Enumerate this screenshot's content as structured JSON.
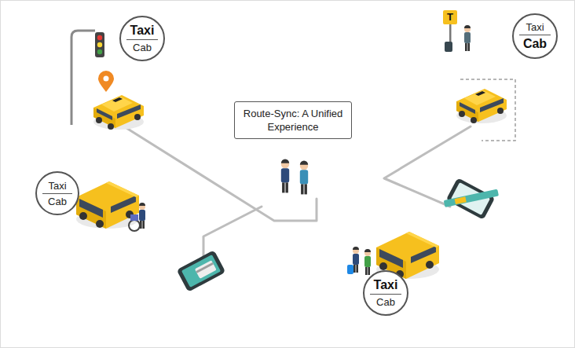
{
  "diagram": {
    "nodes": [
      {
        "text": [
          "Taxi",
          "Cab"
        ]
      },
      {
        "text": [
          "Taxi",
          "Cab"
        ]
      },
      {
        "text": [
          "Route-Sync: A Unified Experience"
        ]
      },
      {
        "text": [
          "Taxi",
          "Cab"
        ]
      },
      {
        "text": [
          "Taxi",
          "Cab"
        ]
      }
    ],
    "labels": [
      "T"
    ]
  }
}
